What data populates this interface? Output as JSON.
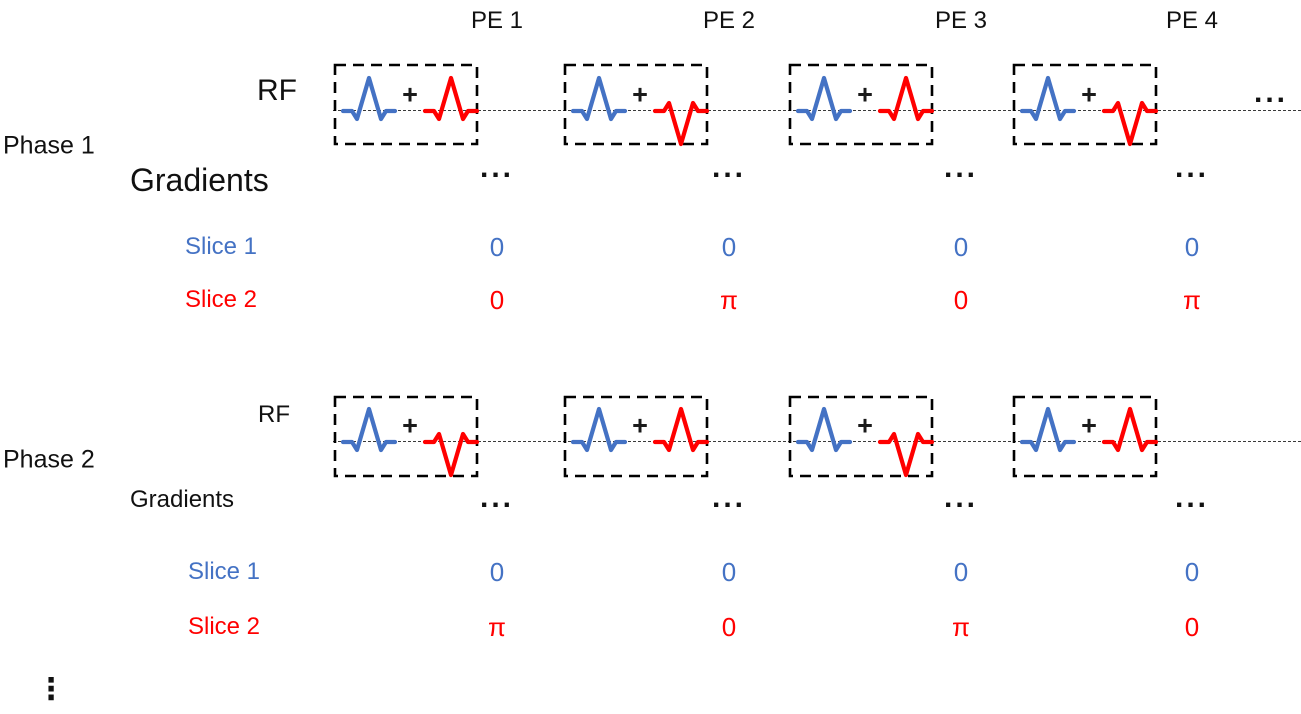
{
  "colors": {
    "slice1_blue": "#4472C4",
    "slice2_red": "#FF0000"
  },
  "pe_headers": [
    "PE 1",
    "PE 2",
    "PE 3",
    "PE 4"
  ],
  "plus": "+",
  "ellipsis": "...",
  "vertical_ellipsis": "⋮",
  "phases": [
    {
      "label": "Phase 1",
      "rf_label": "RF",
      "gradients_label": "Gradients",
      "rf_line_ellipsis": "...",
      "rf_boxes": [
        {
          "slice1_pulse": "up",
          "slice2_pulse": "up"
        },
        {
          "slice1_pulse": "up",
          "slice2_pulse": "down"
        },
        {
          "slice1_pulse": "up",
          "slice2_pulse": "up"
        },
        {
          "slice1_pulse": "up",
          "slice2_pulse": "down"
        }
      ],
      "slices": [
        {
          "label": "Slice 1",
          "values": [
            "0",
            "0",
            "0",
            "0"
          ]
        },
        {
          "label": "Slice 2",
          "values": [
            "0",
            "π",
            "0",
            "π"
          ]
        }
      ]
    },
    {
      "label": "Phase 2",
      "rf_label": "RF",
      "gradients_label": "Gradients",
      "rf_boxes": [
        {
          "slice1_pulse": "up",
          "slice2_pulse": "down"
        },
        {
          "slice1_pulse": "up",
          "slice2_pulse": "up"
        },
        {
          "slice1_pulse": "up",
          "slice2_pulse": "down"
        },
        {
          "slice1_pulse": "up",
          "slice2_pulse": "up"
        }
      ],
      "slices": [
        {
          "label": "Slice 1",
          "values": [
            "0",
            "0",
            "0",
            "0"
          ]
        },
        {
          "label": "Slice 2",
          "values": [
            "π",
            "0",
            "π",
            "0"
          ]
        }
      ]
    }
  ]
}
